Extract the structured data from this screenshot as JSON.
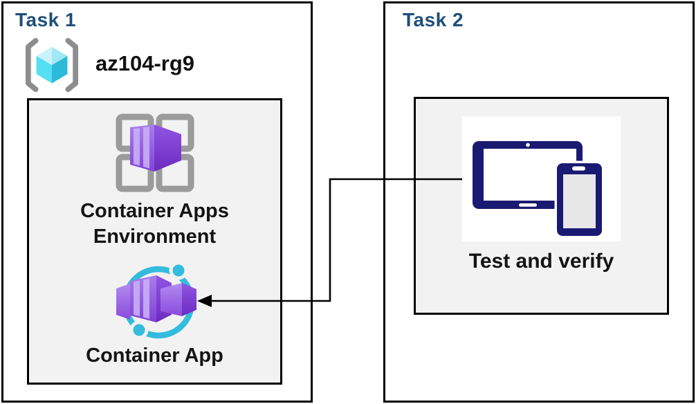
{
  "task1": {
    "title": "Task 1",
    "resource_group_name": "az104-rg9",
    "environment_label_lines": [
      "Container Apps",
      "Environment"
    ],
    "container_app_label": "Container App"
  },
  "task2": {
    "title": "Task 2",
    "label": "Test and verify"
  },
  "icons": {
    "resource_group": "resource-group-icon",
    "environment": "container-apps-environment-icon",
    "container_app": "container-app-icon",
    "devices": "tablet-phone-icon"
  },
  "connector": {
    "style": "elbow-arrow",
    "arrow_points_to": "container-app-icon"
  },
  "colors": {
    "title_blue": "#1F4E79",
    "panel_fill": "#F2F2F2",
    "border": "#000000",
    "navy_icon": "#1A1A72",
    "cyan": "#33BCDC",
    "purple_front": "#A87EEC",
    "purple_side": "#6B2CC0",
    "frame_gray": "#9B9B9B",
    "cube_top": "#AFEAF7",
    "cube_left": "#55DFF4",
    "cube_right": "#2DBAD9"
  }
}
